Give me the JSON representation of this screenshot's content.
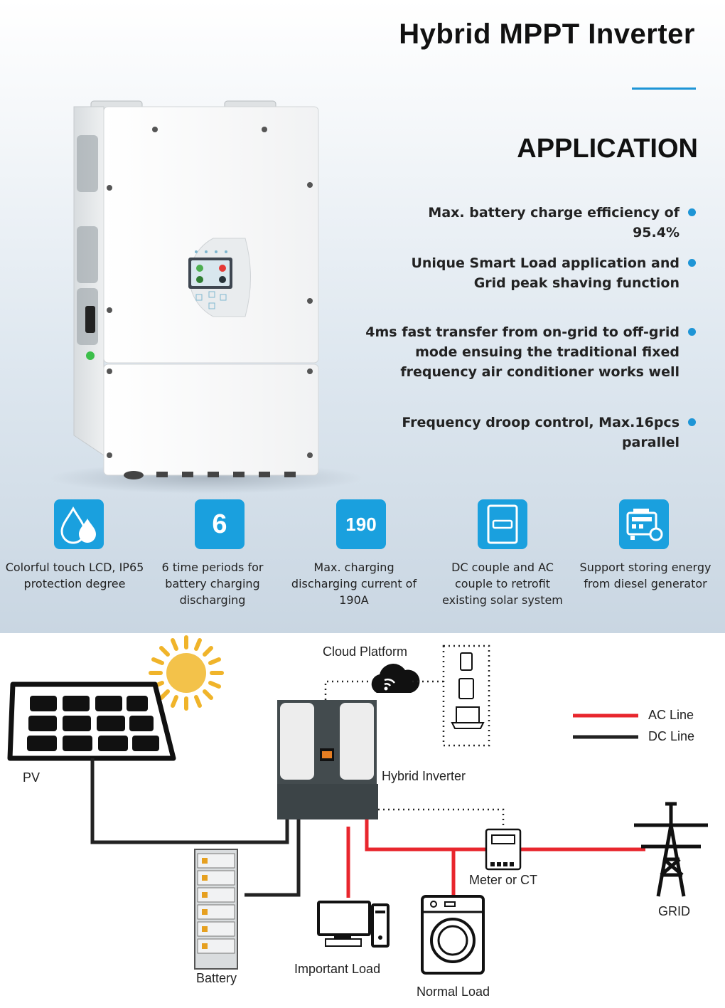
{
  "header": {
    "title": "Hybrid MPPT Inverter",
    "section_title": "APPLICATION",
    "accent_color": "#1e95d6"
  },
  "features": [
    {
      "text": "Max. battery charge efficiency of 95.4%"
    },
    {
      "text": "Unique Smart Load application and Grid peak shaving function"
    },
    {
      "text": "4ms fast transfer from on-grid to off-grid mode ensuing the traditional fixed frequency air conditioner works well"
    },
    {
      "text": "Frequency droop control, Max.16pcs parallel"
    }
  ],
  "highlights": [
    {
      "icon": "water-drops-icon",
      "caption": "Colorful touch LCD, IP65 protection degree"
    },
    {
      "icon": "number-6-icon",
      "value": "6",
      "caption": "6 time periods for battery charging discharging"
    },
    {
      "icon": "number-190-icon",
      "value": "190",
      "caption": "Max. charging discharging current of 190A"
    },
    {
      "icon": "inverter-icon",
      "caption": "DC couple and AC couple to retrofit existing solar system"
    },
    {
      "icon": "diesel-generator-icon",
      "caption": "Support storing energy from diesel generator"
    }
  ],
  "diagram": {
    "cloud_label": "Cloud Platform",
    "pv_label": "PV",
    "inverter_label": "Hybrid Inverter",
    "meter_label": "Meter or CT",
    "grid_label": "GRID",
    "battery_label": "Battery",
    "important_load_label": "Important Load",
    "normal_load_label": "Normal Load",
    "legend": [
      {
        "label": "AC Line",
        "color": "#e8262d"
      },
      {
        "label": "DC Line",
        "color": "#222222"
      }
    ]
  }
}
